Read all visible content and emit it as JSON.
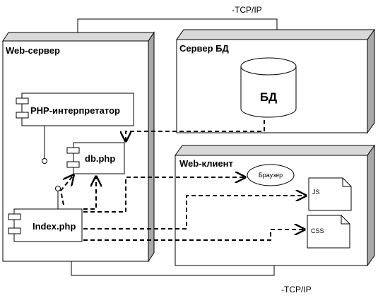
{
  "connections": {
    "top_label": "-TCP/IP",
    "bottom_label": "-TCP/IP"
  },
  "nodes": {
    "web_server": "Web-сервер",
    "db_server": "Сервер БД",
    "web_client": "Web-клиент"
  },
  "components": {
    "php_interpreter": "PHP-интерпретатор",
    "db_php": "db.php",
    "index_php": "Index.php"
  },
  "database": {
    "label": "БД"
  },
  "browser": {
    "label": "Браузер"
  },
  "files": {
    "js": "JS",
    "css": "CSS"
  }
}
